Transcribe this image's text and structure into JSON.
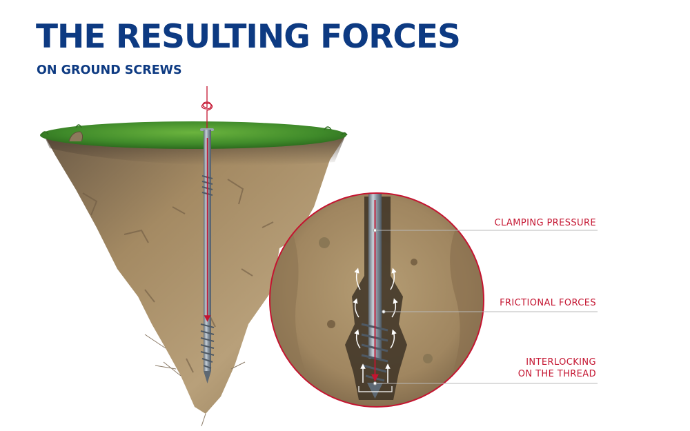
{
  "header": {
    "title": "THE RESULTING FORCES",
    "subtitle": "ON GROUND SCREWS"
  },
  "callouts": {
    "clamping": "CLAMPING PRESSURE",
    "frictional": "FRICTIONAL FORCES",
    "interlocking_line1": "INTERLOCKING",
    "interlocking_line2": "ON THE THREAD"
  },
  "colors": {
    "title": "#0d3a82",
    "accent_red": "#c41430",
    "grass": "#3f8a2a",
    "soil": "#9a8058",
    "screw": "#8d9aa6"
  }
}
